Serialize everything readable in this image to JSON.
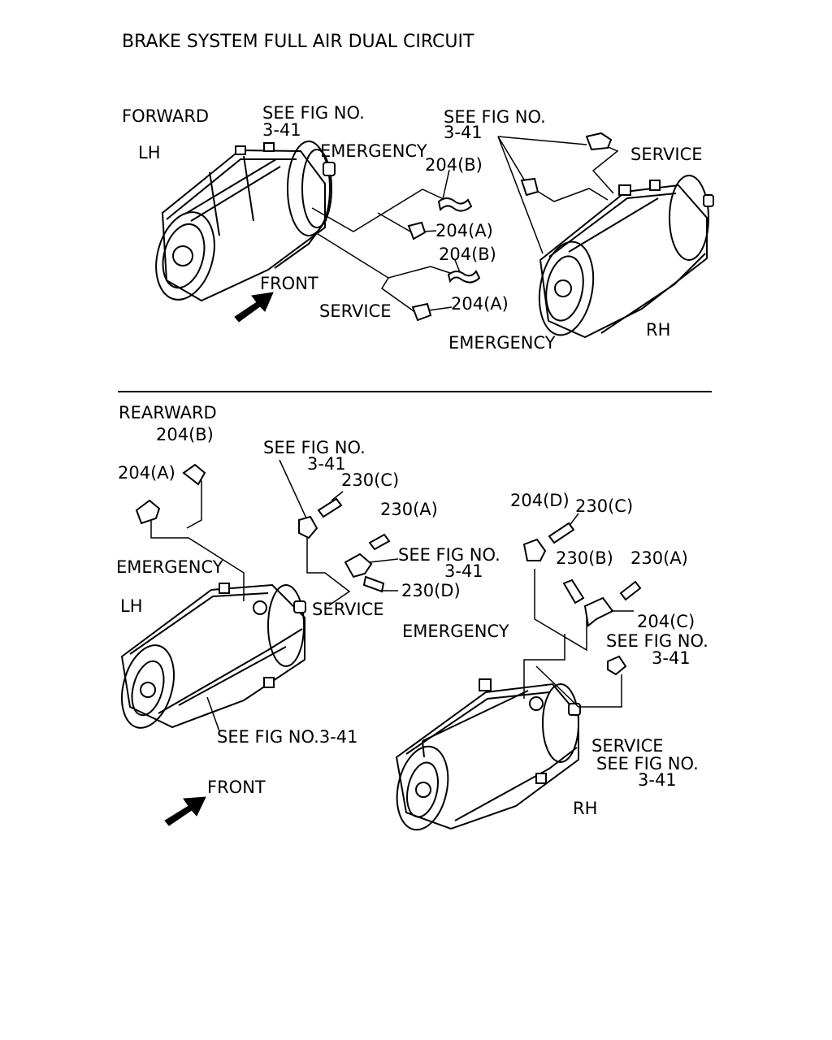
{
  "title": "BRAKE SYSTEM FULL AIR DUAL CIRCUIT",
  "forward": {
    "heading": "FORWARD",
    "lh": "LH",
    "rh": "RH",
    "see_fig_left_1": "SEE FIG NO.",
    "see_fig_left_2": "3-41",
    "see_fig_right_1": "SEE FIG NO.",
    "see_fig_right_2": "3-41",
    "emergency_top": "EMERGENCY",
    "service_top": "SERVICE",
    "part_204b_1": "204(B)",
    "part_204a_1": "204(A)",
    "part_204b_2": "204(B)",
    "part_204a_2": "204(A)",
    "front": "FRONT",
    "service_bottom": "SERVICE",
    "emergency_bottom": "EMERGENCY"
  },
  "rearward": {
    "heading": "REARWARD",
    "lh": "LH",
    "rh": "RH",
    "part_204b": "204(B)",
    "part_204a": "204(A)",
    "see_fig_1_1": "SEE FIG NO.",
    "see_fig_1_2": "3-41",
    "part_230c_left": "230(C)",
    "part_230a_left": "230(A)",
    "see_fig_2_1": "SEE FIG NO.",
    "see_fig_2_2": "3-41",
    "part_230d": "230(D)",
    "emergency_left": "EMERGENCY",
    "service_left": "SERVICE",
    "see_fig_bottom": "SEE FIG NO.3-41",
    "front": "FRONT",
    "part_204d": "204(D)",
    "part_230c_right": "230(C)",
    "part_230b": "230(B)",
    "part_230a_right": "230(A)",
    "part_204c": "204(C)",
    "emergency_right": "EMERGENCY",
    "see_fig_3_1": "SEE FIG NO.",
    "see_fig_3_2": "3-41",
    "service_right": "SERVICE",
    "see_fig_4_1": "SEE FIG NO.",
    "see_fig_4_2": "3-41"
  }
}
